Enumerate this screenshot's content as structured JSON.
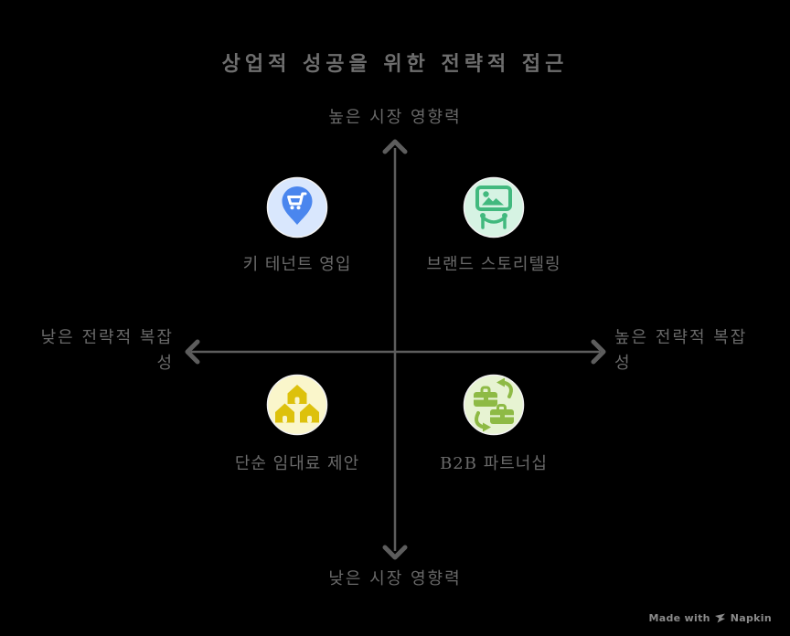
{
  "title": "상업적 성공을 위한 전략적 접근",
  "axes": {
    "top": "높은 시장 영향력",
    "bottom": "낮은 시장 영향력",
    "left_line1": "낮은 전략적 복잡",
    "left_line2": "성",
    "right_line1": "높은 전략적 복잡",
    "right_line2": "성"
  },
  "quadrants": [
    {
      "position": "top-left",
      "label": "키 테넌트 영입",
      "icon": "cart-pin-icon",
      "circle_color": "#d9e7fd",
      "glyph_color": "#4a86ee"
    },
    {
      "position": "top-right",
      "label": "브랜드 스토리텔링",
      "icon": "picture-banner-icon",
      "circle_color": "#d6f3e3",
      "glyph_color": "#41b97e"
    },
    {
      "position": "bottom-left",
      "label": "단순 임대료 제안",
      "icon": "houses-icon",
      "circle_color": "#faf6cb",
      "glyph_color": "#ddc10c"
    },
    {
      "position": "bottom-right",
      "label": "B2B 파트너십",
      "icon": "briefcase-exchange-icon",
      "circle_color": "#e7f3d2",
      "glyph_color": "#8eba45"
    }
  ],
  "colors": {
    "background": "#000000",
    "text": "#6a6a6a",
    "axis": "#5d5d5d",
    "icon_rim": "#f2f2f2",
    "watermark": "#8a8a8a"
  },
  "watermark": {
    "prefix": "Made with",
    "brand": "Napkin"
  }
}
